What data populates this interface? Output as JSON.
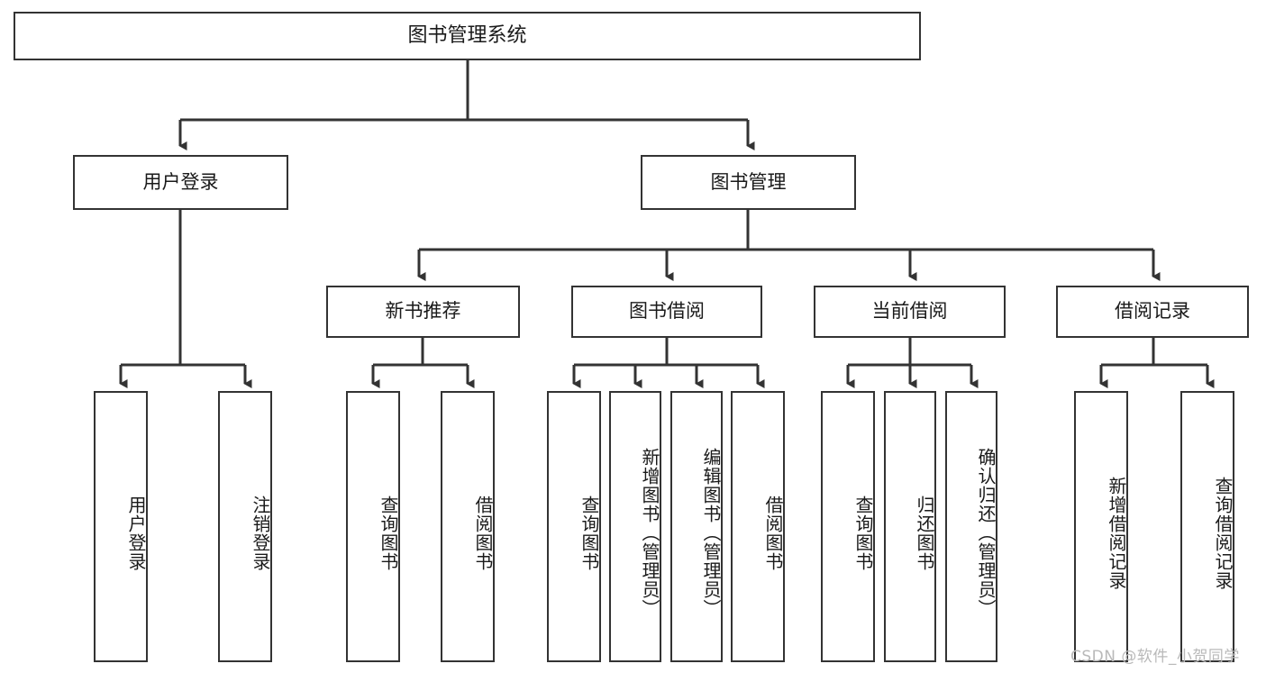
{
  "diagram": {
    "title": "图书管理系统",
    "type": "tree-hierarchy-diagram",
    "edge_color": "#333333",
    "box_border_color": "#333333",
    "box_fill_color": "#ffffff",
    "text_color": "#1a1a1a"
  },
  "nodes": {
    "root": "图书管理系统",
    "level2": {
      "user_login": "用户登录",
      "book_manage": "图书管理"
    },
    "level3": {
      "new_book_recommend": "新书推荐",
      "book_borrow": "图书借阅",
      "current_borrow": "当前借阅",
      "borrow_record": "借阅记录"
    },
    "leaves": {
      "user_login_1": "用户登录",
      "user_login_2": "注销登录",
      "new_book_1": "查询图书",
      "new_book_2": "借阅图书",
      "book_borrow_1": "查询图书",
      "book_borrow_2": "新增图书（管理员）",
      "book_borrow_3": "编辑图书（管理员）",
      "book_borrow_4": "借阅图书",
      "current_borrow_1": "查询图书",
      "current_borrow_2": "归还图书",
      "current_borrow_3": "确认归还（管理员）",
      "borrow_record_1": "新增借阅记录",
      "borrow_record_2": "查询借阅记录"
    }
  },
  "watermark": {
    "text": "CSDN @软件_小贺同学"
  }
}
